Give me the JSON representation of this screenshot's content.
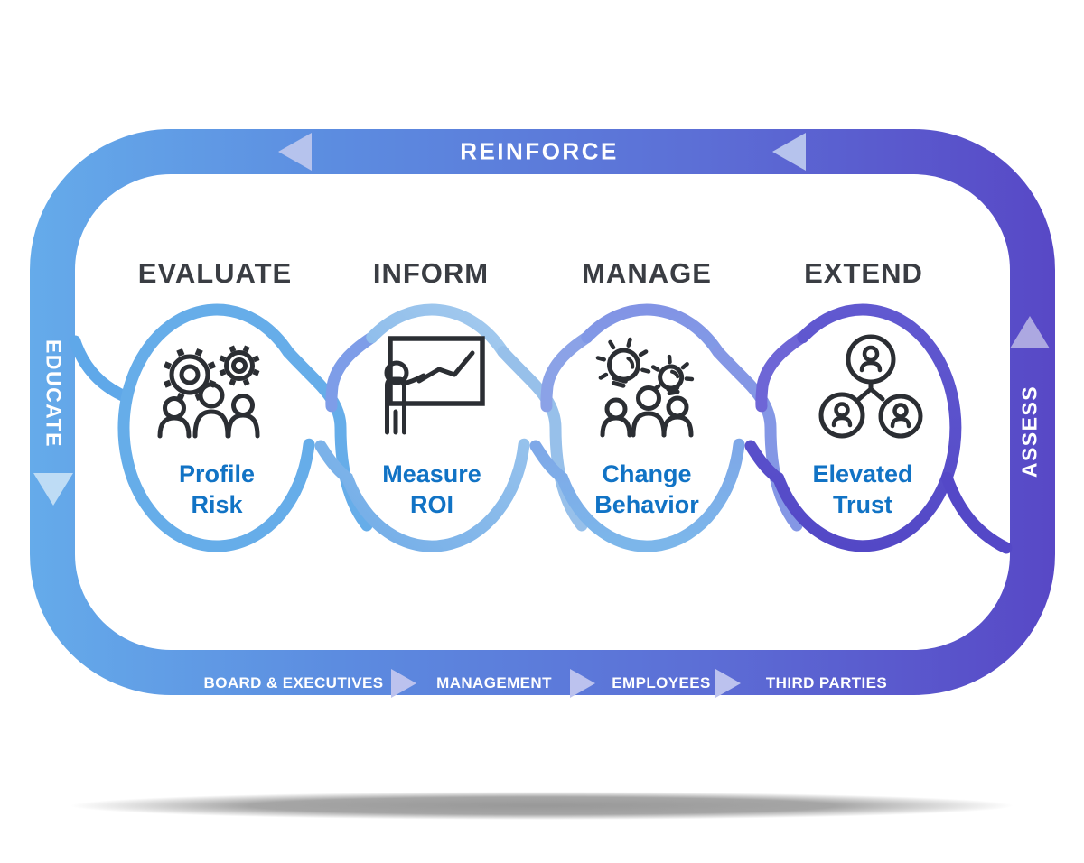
{
  "diagram": {
    "cycle": {
      "top_label": "REINFORCE",
      "left_label": "EDUCATE",
      "right_label": "ASSESS",
      "audience_flow": [
        "BOARD & EXECUTIVES",
        "MANAGEMENT",
        "EMPLOYEES",
        "THIRD PARTIES"
      ]
    },
    "stages": [
      {
        "title": "EVALUATE",
        "outcome_line1": "Profile",
        "outcome_line2": "Risk",
        "icon": "gears-team-icon"
      },
      {
        "title": "INFORM",
        "outcome_line1": "Measure",
        "outcome_line2": "ROI",
        "icon": "presenter-chart-icon"
      },
      {
        "title": "MANAGE",
        "outcome_line1": "Change",
        "outcome_line2": "Behavior",
        "icon": "ideas-team-icon"
      },
      {
        "title": "EXTEND",
        "outcome_line1": "Elevated",
        "outcome_line2": "Trust",
        "icon": "connected-people-icon"
      }
    ],
    "colors": {
      "ring_gradient_start": "#65ABEA",
      "ring_gradient_end": "#5848C6",
      "stage1_ring": "#66ADE9",
      "stage2_ring_light": "#A4CAEE",
      "stage2_ring_dark": "#74AEE8",
      "stage3_ring_top": "#8294E5",
      "stage3_ring_bottom": "#7CB6EA",
      "stage4_ring_top": "#6159D0",
      "stage4_ring_bottom": "#5348C6",
      "outcome_text": "#1173C5",
      "stage_title_text": "#3A3D43",
      "icon_stroke": "#2B2E33",
      "band_text": "#FFFFFF",
      "arrow_top": "#B6C3ED",
      "arrow_left_band": "#BEDCF5",
      "arrow_right_band": "#ACA8E1",
      "arrow_bottom_band": "#BCC2EE"
    }
  }
}
